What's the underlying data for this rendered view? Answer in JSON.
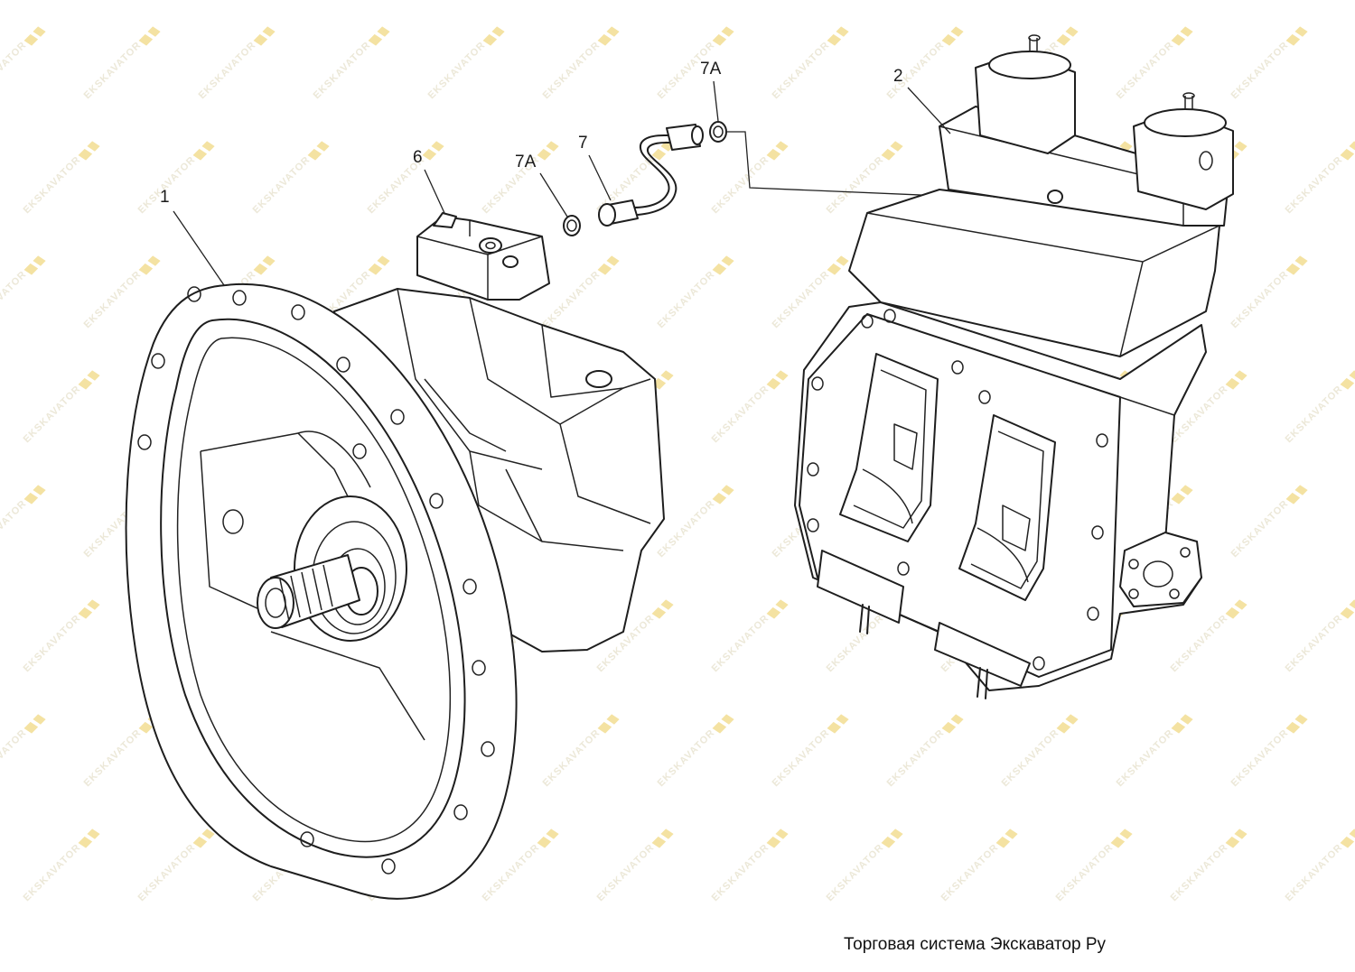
{
  "diagram": {
    "callouts": [
      {
        "id": "1",
        "label": "1"
      },
      {
        "id": "2",
        "label": "2"
      },
      {
        "id": "6",
        "label": "6"
      },
      {
        "id": "7",
        "label": "7"
      },
      {
        "id": "7a_left",
        "label": "7A"
      },
      {
        "id": "7a_top",
        "label": "7A"
      }
    ]
  },
  "watermark": {
    "text": "EKSKAVATOR",
    "color": "#ece8d8",
    "mark_color": "#f4e2a2"
  },
  "footer": {
    "caption": "Торговая система Экскаватор Ру"
  }
}
